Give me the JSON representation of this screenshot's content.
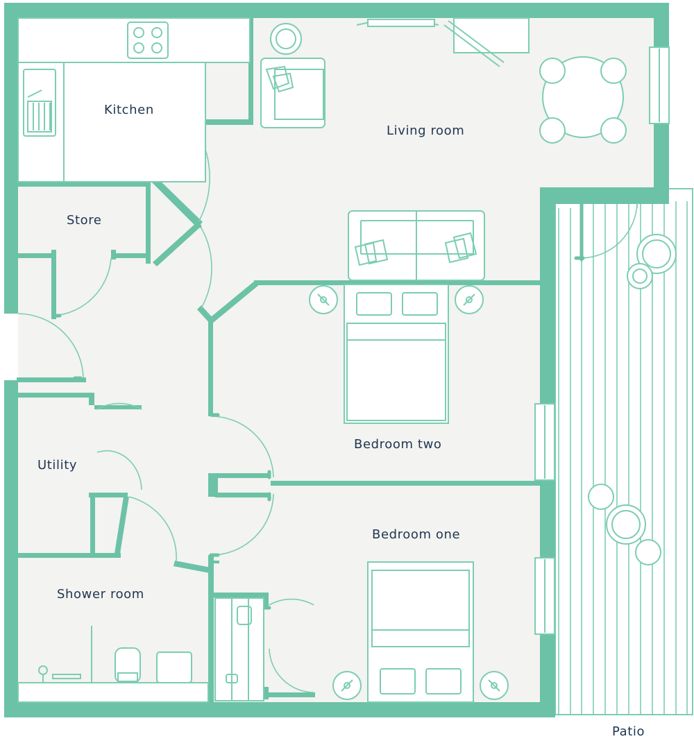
{
  "rooms": {
    "kitchen": "Kitchen",
    "living_room": "Living room",
    "store": "Store",
    "bedroom_two": "Bedroom two",
    "utility": "Utility",
    "bedroom_one": "Bedroom one",
    "shower_room": "Shower room",
    "patio": "Patio"
  },
  "colors": {
    "wall": "#6cc2a6",
    "floor": "#f3f3f1",
    "furniture_stroke": "#7ccdb2",
    "label": "#1f3550"
  }
}
